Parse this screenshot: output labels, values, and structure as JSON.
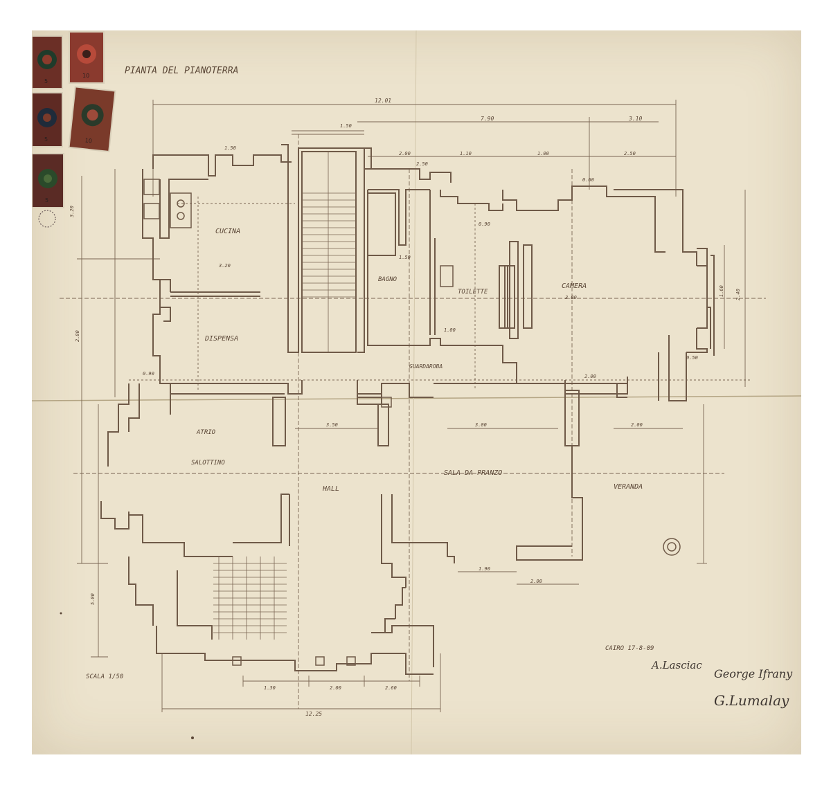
{
  "sheet": {
    "title": "PIANTA DEL PIANOTERRA",
    "scale": "SCALA 1/50"
  },
  "rooms": [
    {
      "key": "cucina",
      "label": "CUCINA"
    },
    {
      "key": "dispensa",
      "label": "DISPENSA"
    },
    {
      "key": "bagno",
      "label": "BAGNO"
    },
    {
      "key": "toilette",
      "label": "TOILETTE"
    },
    {
      "key": "camera",
      "label": "CAMERA"
    },
    {
      "key": "guardaroba",
      "label": "GUARDAROBA"
    },
    {
      "key": "atrio",
      "label": "ATRIO"
    },
    {
      "key": "salotto",
      "label": "SALOTTINO"
    },
    {
      "key": "hall",
      "label": "HALL"
    },
    {
      "key": "sala",
      "label": "SALA DA PRANZO"
    },
    {
      "key": "veranda",
      "label": "VERANDA"
    }
  ],
  "dimensions": {
    "overall_top": "12.01",
    "right_top": "7.90",
    "far_right_top": "3.10",
    "bottom_overall": "12.25",
    "segments_top": [
      "1.50",
      "2.00",
      "1.10",
      "1.00",
      "2.50",
      "2.50",
      "0.60",
      "1.50"
    ],
    "bottom_segments": [
      "1.30",
      "2.00",
      "2.60"
    ],
    "left_side": [
      "3.20",
      "2.80",
      "5.00"
    ],
    "misc": [
      "3.20",
      "0.90",
      "3.00",
      "1.00",
      "2.00",
      "0.50",
      "3.00",
      "2.00",
      "3.50",
      "2.00",
      "1.90",
      "1.50",
      "0.90",
      "2.40",
      "1.60"
    ]
  },
  "annotations": {
    "date": "CAIRO 17-8-09",
    "signature_1": "A.Lasciac",
    "signature_2": "George Ifrany",
    "signature_3": "G.Lumalay"
  },
  "stamps": [
    {
      "name": "revenue-stamp-1",
      "color": "#6b2f26",
      "denomination": "5"
    },
    {
      "name": "revenue-stamp-2",
      "color": "#8a3a2e",
      "denomination": "10"
    },
    {
      "name": "revenue-stamp-3",
      "color": "#5e2a23",
      "denomination": "5"
    },
    {
      "name": "revenue-stamp-4",
      "color": "#7a3a2a",
      "denomination": "10"
    },
    {
      "name": "revenue-stamp-5",
      "color": "#5a2b25",
      "denomination": "5"
    }
  ],
  "colors": {
    "paper": "#ece3cd",
    "ink": "#5a4636",
    "wall": "#6f5a48"
  }
}
